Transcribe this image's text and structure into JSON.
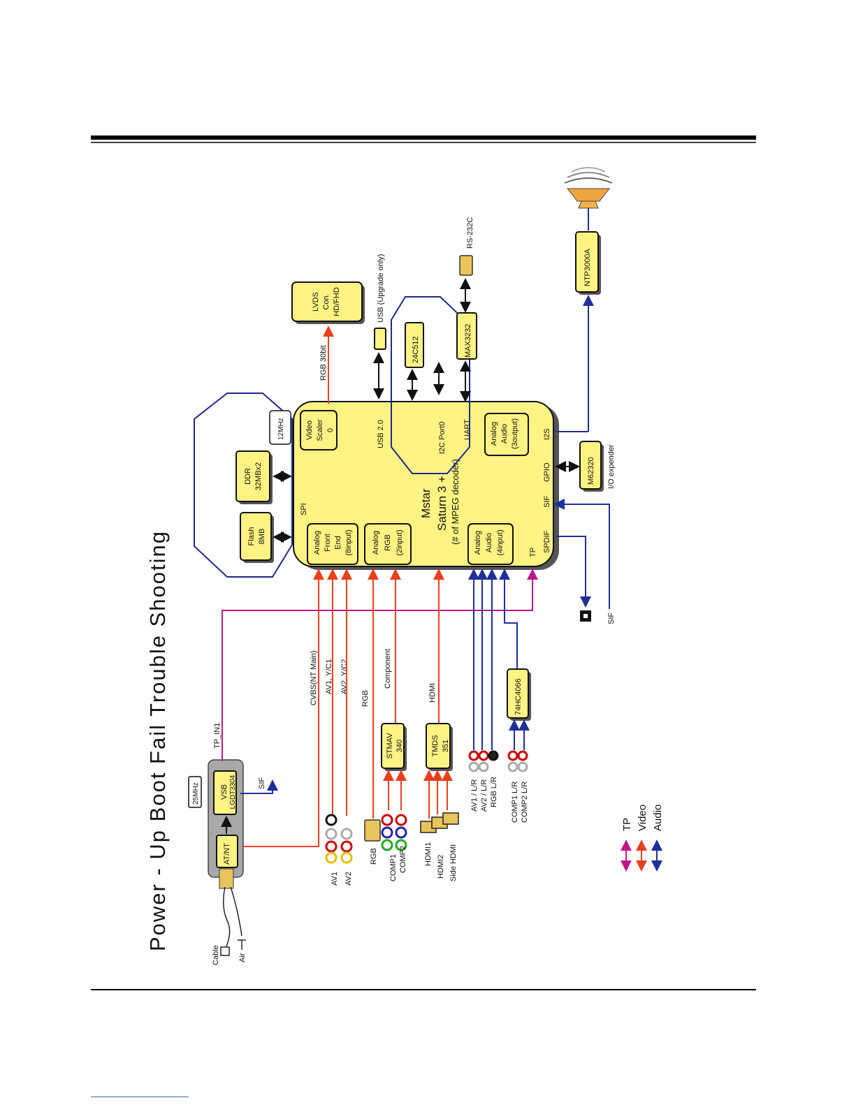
{
  "title": "Power - Up Boot Fail Trouble Shooting",
  "soc": {
    "name": "Mstar",
    "model": "Saturn 3 +",
    "note": "(# of MPEG decoder)"
  },
  "soc_sub": {
    "afe": [
      "Analog",
      "Front",
      "End",
      "(8input)"
    ],
    "argb": [
      "Analog",
      "RGB",
      "(2input)"
    ],
    "aain": [
      "Analog",
      "Audio",
      "(4input)"
    ],
    "aaout": [
      "Analog",
      "Audio",
      "(3output)"
    ],
    "scaler": [
      "Video",
      "Scaler",
      "0"
    ]
  },
  "ports": {
    "spi": "SPI",
    "usb": "USB 2.0",
    "i2c": "I2C Port0",
    "uart": "UART",
    "i2s": "I2S",
    "gpio": "GPIO",
    "sif": "SIF",
    "spdif": "SPDIF",
    "tp": "TP"
  },
  "blocks": {
    "flash": [
      "Flash",
      "8MB"
    ],
    "ddr": [
      "DDR",
      "32MBx2"
    ],
    "xtal12": "12MHz",
    "lvds": [
      "LVDS",
      "Con.",
      "HD/FHD"
    ],
    "eeprom": "24C512",
    "max": "MAX3232",
    "ntp": "NTP3000A",
    "m62320": "M62320",
    "stmav": [
      "STMAV",
      "340"
    ],
    "tmds": [
      "TMDS",
      "351"
    ],
    "hc4066": "74HC4066",
    "vsb": [
      "VSB",
      "LGDT3304"
    ],
    "atnt": "AT/NT",
    "xtal25": "25MHz"
  },
  "labels": {
    "rgb30": "RGB 30bit",
    "usb_up": "USB (Upgrade only)",
    "rs232": "RS-232C",
    "io_exp": "I/O expender",
    "sif_out": "SIF",
    "sif_in": "SIF",
    "tp_in1": "TP_IN1",
    "cvbs": "CVBS(NT Main)",
    "av1yc": "AV1, Y/C1",
    "av2yc": "AV2, Y/C2",
    "rgb": "RGB",
    "component": "Component",
    "hdmi": "HDMI",
    "av1": "AV1",
    "av2": "AV2",
    "rgb_conn": "RGB",
    "comp1": "COMP1",
    "comp2": "COMP2",
    "hdmi1": "HDMI1",
    "hdmi2": "HDMI2",
    "side_hdmi": "Side HDMI",
    "av1lr": "AV1 / L/R",
    "av2lr": "AV2 / L/R",
    "rgblr": "RGB L/R",
    "comp1lr": "COMP1 L/R",
    "comp2lr": "COMP2 L/R",
    "air": "Air",
    "cable": "Cable"
  },
  "legend": [
    {
      "label": "TP",
      "color": "#c0188c"
    },
    {
      "label": "Video",
      "color": "#e8401c"
    },
    {
      "label": "Audio",
      "color": "#1f2f9a"
    }
  ],
  "colors": {
    "block_fill": "#fff383",
    "video": "#e8401c",
    "audio": "#1f2f9a",
    "tp": "#c0188c",
    "outline": "#1c2a8c"
  }
}
